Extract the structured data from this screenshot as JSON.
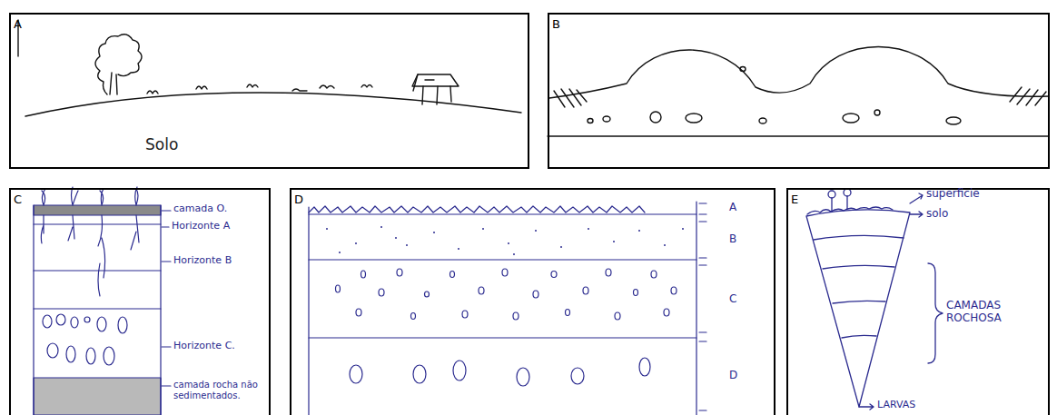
{
  "diagram": {
    "nodes": [
      {
        "text": [
          "A"
        ]
      },
      {
        "text": [
          "B"
        ]
      },
      {
        "text": [
          "C"
        ]
      },
      {
        "text": [
          "D"
        ]
      },
      {
        "text": [
          "E"
        ]
      }
    ],
    "labels": [
      "Solo",
      "camada O.",
      "Horizonte A",
      "Horizonte B",
      "Horizonte C.",
      "camada rocha não sedimentados.",
      "A",
      "B",
      "C",
      "D",
      "superficie",
      "solo",
      "CAMADAS ROCHOSA",
      "LARVAS"
    ]
  }
}
